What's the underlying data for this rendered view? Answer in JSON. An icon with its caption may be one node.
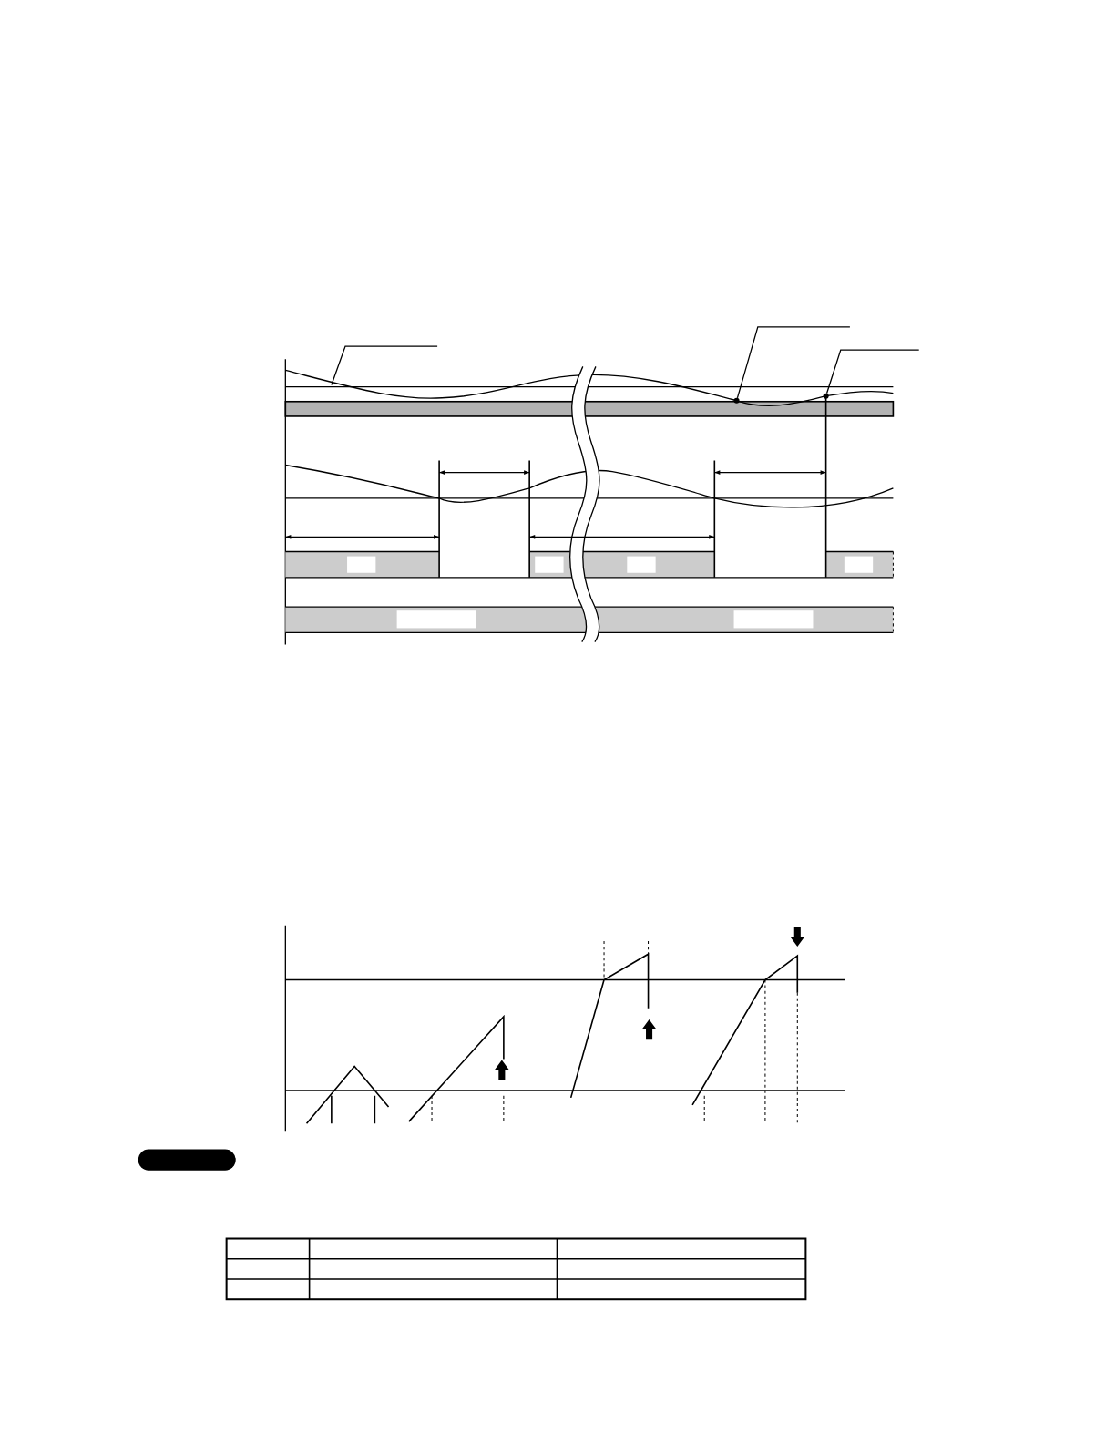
{
  "diagram": {
    "nodes": [
      {
        "text": [],
        "shape": "box"
      },
      {
        "text": [],
        "shape": "box"
      },
      {
        "text": [],
        "shape": "box"
      },
      {
        "text": [],
        "shape": "box"
      },
      {
        "text": [],
        "shape": "box"
      },
      {
        "text": [],
        "shape": "box"
      },
      {
        "text": [],
        "shape": "box"
      },
      {
        "text": [],
        "shape": "circle"
      },
      {
        "text": [],
        "shape": "circle"
      }
    ],
    "edges": [
      {
        "from": null,
        "to": 7,
        "arrow": "none"
      },
      {
        "from": null,
        "to": 8,
        "arrow": "none"
      }
    ]
  }
}
